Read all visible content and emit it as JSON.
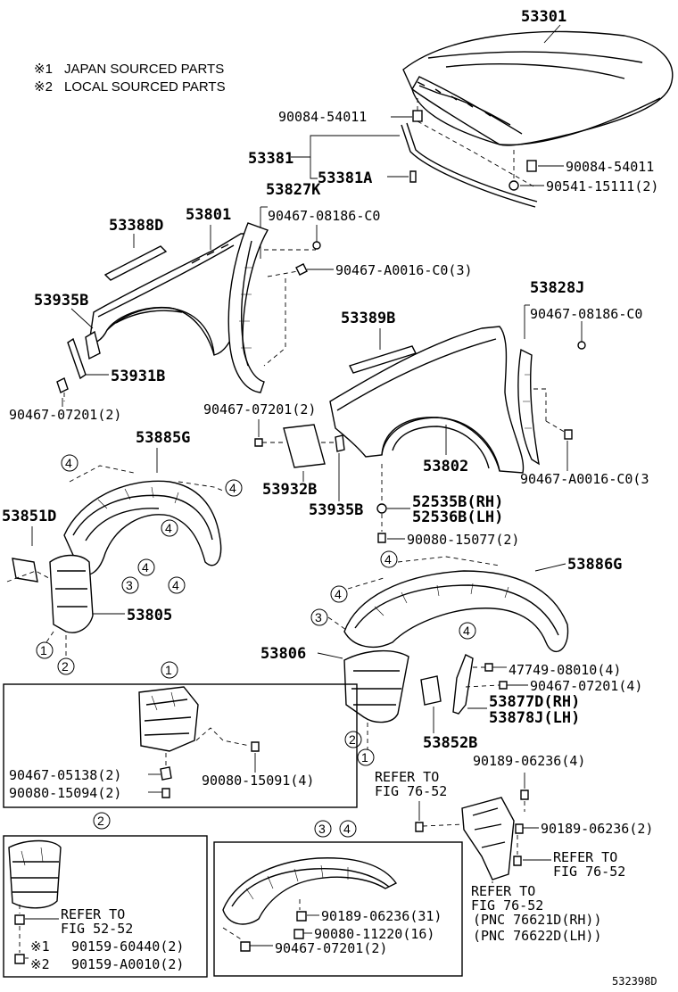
{
  "notes": [
    {
      "mark": "※1",
      "text": "JAPAN SOURCED PARTS"
    },
    {
      "mark": "※2",
      "text": "LOCAL SOURCED PARTS"
    }
  ],
  "parts": {
    "hood": "53301",
    "hood_clip_l": "90084-54011",
    "hood_clip_r": "90084-54011",
    "hood_cushion": "90541-15111(2)",
    "seal": "53381",
    "seal_a": "53381A",
    "fender_seal_l": "53388D",
    "fender_l": "53801",
    "fender_liner_l": "53827K",
    "liner_clip_l1": "90467-08186-C0",
    "liner_clip_l2": "90467-A0016-C0(3)",
    "pad_l1": "53935B",
    "pad_l2": "53931B",
    "clip_l3": "90467-07201(2)",
    "fender_seal_r": "53389B",
    "fender_liner_r": "53828J",
    "liner_clip_r1": "90467-08186-C0",
    "clip_r2": "90467-07201(2)",
    "fender_r": "53802",
    "mudguard_r": "53932B",
    "pad_r": "53935B",
    "clip_rh": "52535B(RH)",
    "clip_lh": "52536B(LH)",
    "screw_r": "90080-15077(2)",
    "liner_clip_r2": "90467-A0016-C0(3",
    "splash_l": "53885G",
    "shield_l": "53851D",
    "liner_l": "53805",
    "splash_r": "53886G",
    "liner_r": "53806",
    "screw_47749": "47749-08010(4)",
    "clip_07201_4": "90467-07201(4)",
    "mud_rh": "53877D(RH)",
    "mud_lh": "53878J(LH)",
    "shield_r": "53852B",
    "refer_76_52_a": "REFER TO",
    "refer_76_52_a2": "FIG 76-52",
    "screw_06236_4": "90189-06236(4)",
    "screw_06236_2": "90189-06236(2)",
    "refer_76_52_b": "REFER TO",
    "refer_76_52_b2": "FIG 76-52",
    "refer_76_52_c": "REFER TO",
    "refer_76_52_c2": "FIG 76-52",
    "pnc_rh": "(PNC 76621D(RH))",
    "pnc_lh": "(PNC 76622D(LH))"
  },
  "box1": {
    "marker": "1",
    "clip_a": "90467-05138(2)",
    "screw_a": "90080-15094(2)",
    "screw_b": "90080-15091(4)"
  },
  "box2": {
    "marker": "2",
    "refer": "REFER TO",
    "refer2": "FIG 52-52",
    "screw_japan_mark": "※1",
    "screw_japan": "90159-60440(2)",
    "screw_local_mark": "※2",
    "screw_local": "90159-A0010(2)"
  },
  "box34": {
    "marker_a": "3",
    "marker_b": "4",
    "screw_a": "90189-06236(31)",
    "screw_b": "90080-11220(16)",
    "clip": "90467-07201(2)"
  },
  "markers": {
    "m1": "1",
    "m2": "2",
    "m3": "3",
    "m4": "4"
  },
  "footer_code": "532398D"
}
